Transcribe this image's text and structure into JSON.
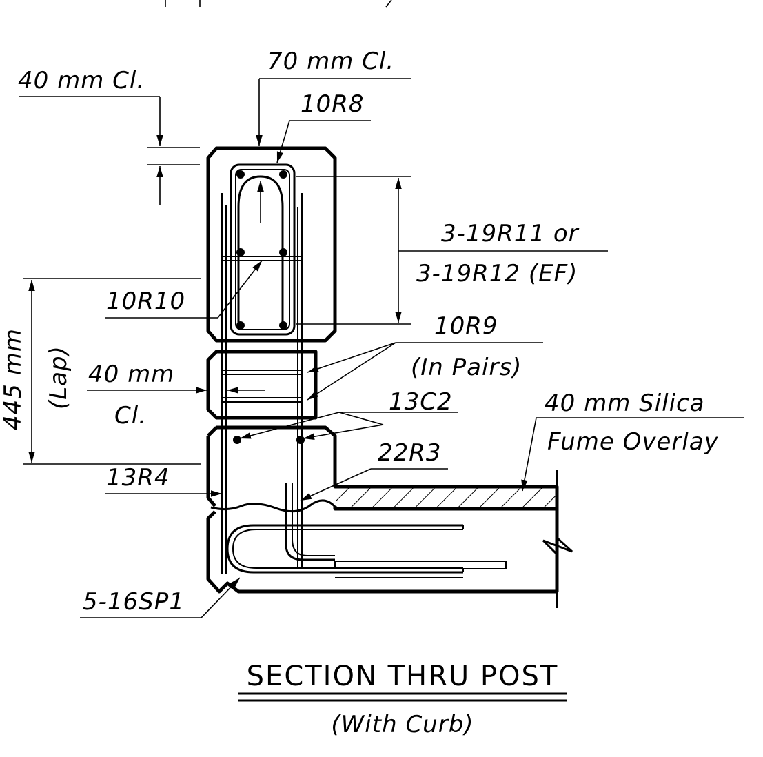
{
  "title": "SECTION THRU POST",
  "subtitle": "(With Curb)",
  "labels": {
    "cover_top_left": "40 mm Cl.",
    "cover_top": "70 mm Cl.",
    "bar_10r8": "10R8",
    "bar_3_19r11": "3-19R11 or",
    "bar_3_19r12": "3-19R12 (EF)",
    "bar_10r10": "10R10",
    "bar_10r9": "10R9",
    "in_pairs": "(In Pairs)",
    "cover_side_40": "40 mm",
    "cover_side_cl": "Cl.",
    "lap_445": "445 mm",
    "lap": "(Lap)",
    "bar_13c2": "13C2",
    "silica_line1": "40 mm Silica",
    "silica_line2": "Fume Overlay",
    "bar_22r3": "22R3",
    "bar_13r4": "13R4",
    "bar_5_16sp1": "5-16SP1"
  }
}
